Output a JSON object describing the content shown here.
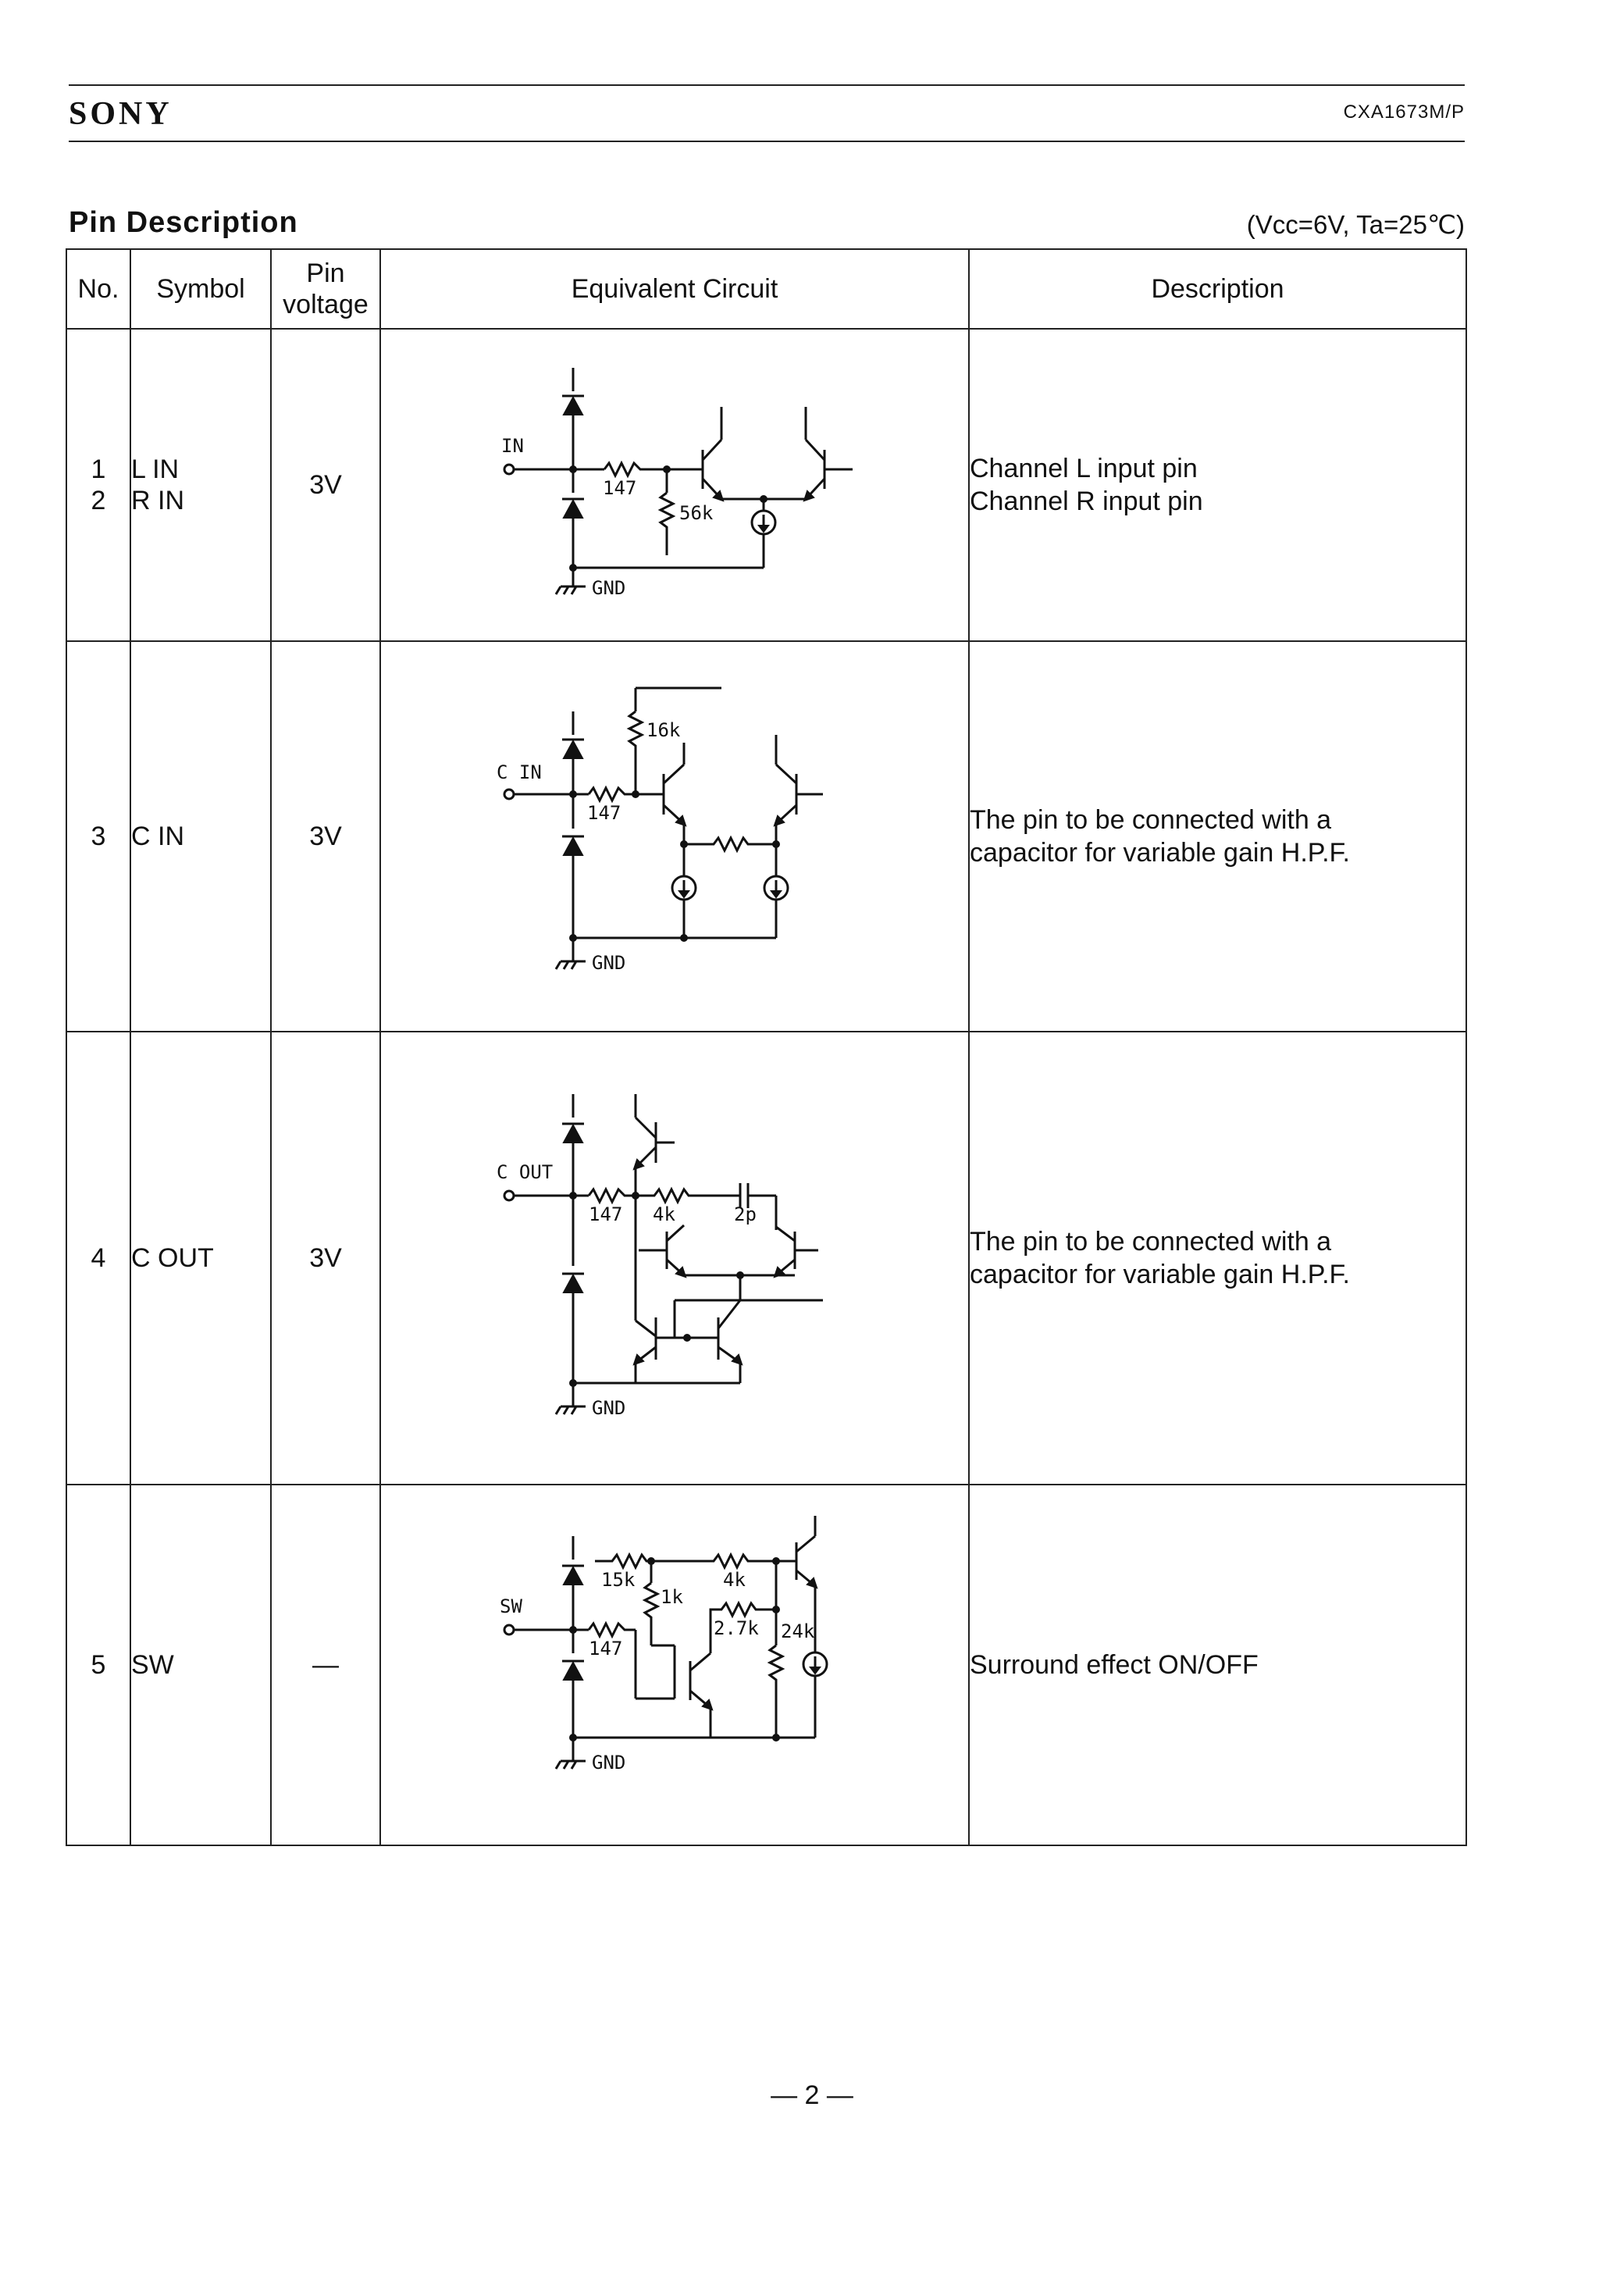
{
  "header": {
    "brand": "SONY",
    "part_number": "CXA1673M/P"
  },
  "section_title": "Pin Description",
  "conditions": "(Vcc=6V, Ta=25℃)",
  "table": {
    "columns": [
      "No.",
      "Symbol",
      "Pin voltage",
      "Equivalent Circuit",
      "Description"
    ],
    "column_pin_line1": "Pin",
    "column_pin_line2": "voltage",
    "rows": [
      {
        "no_lines": [
          "1",
          "2"
        ],
        "symbol_lines": [
          "L IN",
          "R IN"
        ],
        "voltage": "3V",
        "circuit": {
          "pin_label": "IN",
          "r_input": "147",
          "r_bias": "56k",
          "ground": "GND"
        },
        "description_lines": [
          "Channel L input pin",
          "Channel R input pin"
        ]
      },
      {
        "no_lines": [
          "3"
        ],
        "symbol_lines": [
          "C IN"
        ],
        "voltage": "3V",
        "circuit": {
          "pin_label": "C IN",
          "r_input": "147",
          "r_bias": "16k",
          "ground": "GND"
        },
        "description_lines": [
          "The pin to be connected with a",
          "capacitor for variable gain H.P.F."
        ]
      },
      {
        "no_lines": [
          "4"
        ],
        "symbol_lines": [
          "C OUT"
        ],
        "voltage": "3V",
        "circuit": {
          "pin_label": "C OUT",
          "r_input": "147",
          "r_series": "4k",
          "cap": "2p",
          "ground": "GND"
        },
        "description_lines": [
          "The pin to be connected with a",
          "capacitor for variable gain H.P.F."
        ]
      },
      {
        "no_lines": [
          "5"
        ],
        "symbol_lines": [
          "SW"
        ],
        "voltage": "—",
        "circuit": {
          "pin_label": "SW",
          "r_input": "147",
          "r_a": "15k",
          "r_b": "4k",
          "r_c": "1k",
          "r_d": "2.7k",
          "r_e": "24k",
          "ground": "GND"
        },
        "description_lines": [
          "Surround effect ON/OFF"
        ]
      }
    ]
  },
  "footer": {
    "page_number": "— 2 —"
  }
}
